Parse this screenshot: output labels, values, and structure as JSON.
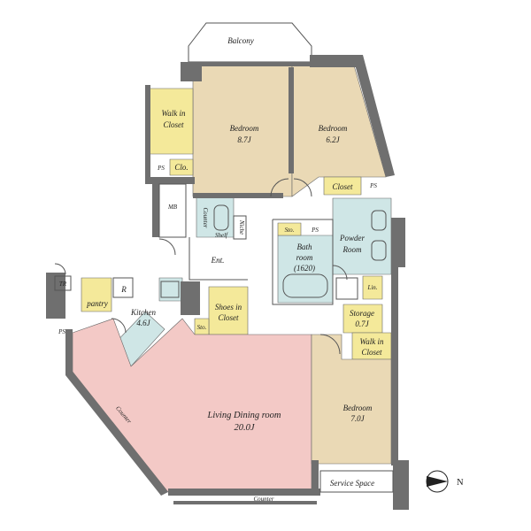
{
  "colors": {
    "bedroom": "#ead9b5",
    "living": "#f3c9c6",
    "closet": "#f4e99a",
    "wet": "#cfe6e6",
    "wall": "#6f6f6f"
  },
  "labels": {
    "balcony": "Balcony",
    "walk_in_closet_line1": "Walk in",
    "walk_in_closet_line2": "Closet",
    "bedroom_a_name": "Bedroom",
    "bedroom_a_size": "8.7J",
    "bedroom_b_name": "Bedroom",
    "bedroom_b_size": "6.2J",
    "ps_top": "PS",
    "clo": "Clo.",
    "mb": "MB",
    "counter_wash": "Counter",
    "shelf": "Shelf",
    "niche": "Niche",
    "closet_small": "Closet",
    "ps_right": "PS",
    "sto_bath": "Sto.",
    "ps_bath": "PS",
    "bath_line1": "Bath",
    "bath_line2": "room",
    "bath_line3": "(1620)",
    "powder_line1": "Powder",
    "powder_line2": "Room",
    "lin": "Lin.",
    "ent": "Ent.",
    "tr": "TR",
    "pantry": "pantry",
    "refrigerator": "R",
    "kitchen_name": "Kitchen",
    "kitchen_size": "4.6J",
    "sto_shoes": "Sto.",
    "shoes_line1": "Shoes in",
    "shoes_line2": "Closet",
    "storage_name": "Storage",
    "storage_size": "0.7J",
    "ps_left": "PS",
    "walk_in_2_line1": "Walk in",
    "walk_in_2_line2": "Closet",
    "counter_diag": "Counter",
    "living_name": "Living Dining room",
    "living_size": "20.0J",
    "bedroom_c_name": "Bedroom",
    "bedroom_c_size": "7.0J",
    "counter_bottom": "Counter",
    "service_space": "Service Space",
    "north_mark": "N"
  }
}
